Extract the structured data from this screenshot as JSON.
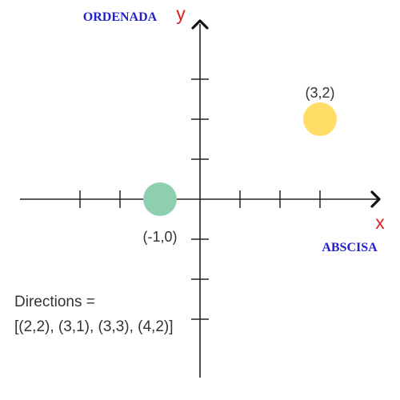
{
  "axes": {
    "y_title": "ORDENADA",
    "y_letter": "y",
    "x_title": "ABSCISA",
    "x_letter": "x",
    "title_color": "#2222cc",
    "letter_color": "#dd2222"
  },
  "ticks": {
    "x": [
      -3,
      -2,
      1,
      2,
      3
    ],
    "y": [
      3,
      2,
      1,
      -1,
      -2,
      -3
    ]
  },
  "points": [
    {
      "x": 3,
      "y": 2,
      "label": "(3,2)",
      "color": "#ffdd66"
    },
    {
      "x": -1,
      "y": 0,
      "label": "(-1,0)",
      "color": "#8ecfb0"
    }
  ],
  "directions": {
    "line1": "Directions =",
    "line2": "[(2,2), (3,1), (3,3), (4,2)]"
  }
}
